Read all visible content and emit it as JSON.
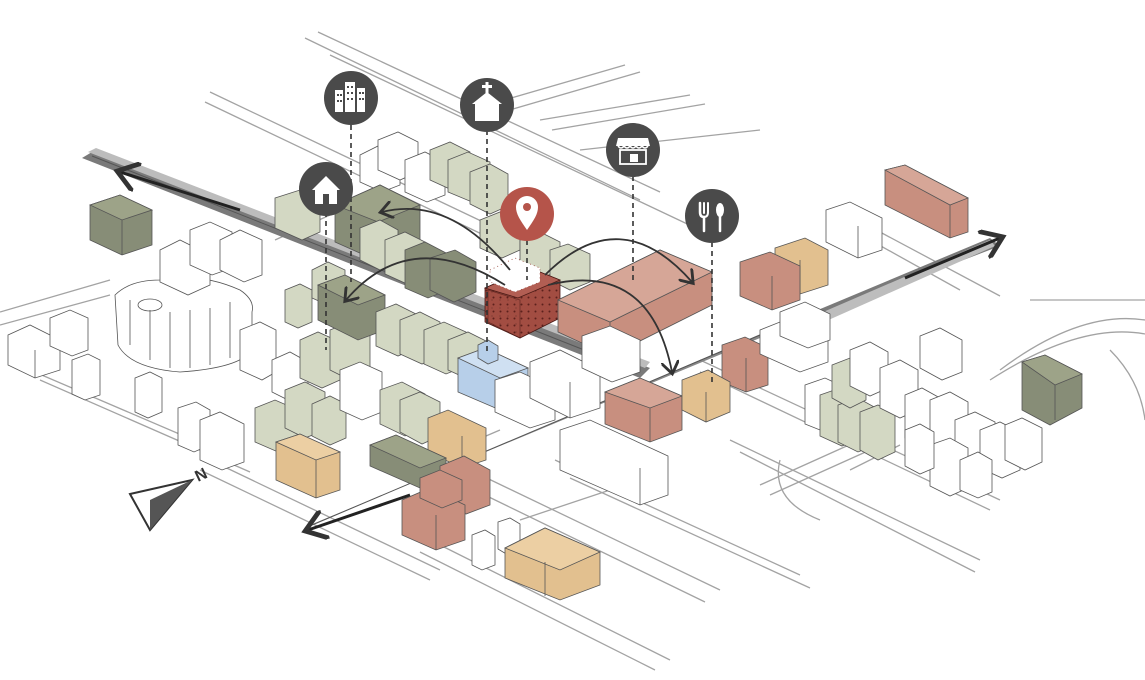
{
  "diagram": {
    "kind": "axonometric urban site analysis",
    "colors": {
      "background": "#ffffff",
      "road_outline": "#9a9a9a",
      "main_road": "#6f6f6f",
      "building_white": "#ffffff",
      "building_light_green": "#d3d8c3",
      "building_dark_green": "#878d77",
      "building_terracotta": "#c88f7f",
      "building_tan": "#e2c08f",
      "building_blue": "#b7cfe9",
      "site_red": "#a24d42",
      "icon_dark": "#4a4a4a",
      "site_pin": "#b5544a",
      "flow_arrow": "#333333"
    },
    "icons": [
      {
        "name": "residential-icon",
        "meaning": "housing"
      },
      {
        "name": "office-buildings-icon",
        "meaning": "offices"
      },
      {
        "name": "church-icon",
        "meaning": "church"
      },
      {
        "name": "site-location-pin-icon",
        "meaning": "project site"
      },
      {
        "name": "market-stall-icon",
        "meaning": "shop"
      },
      {
        "name": "restaurant-icon",
        "meaning": "restaurant"
      }
    ],
    "north_arrow": {
      "name": "north-arrow-icon",
      "label": "N"
    }
  }
}
